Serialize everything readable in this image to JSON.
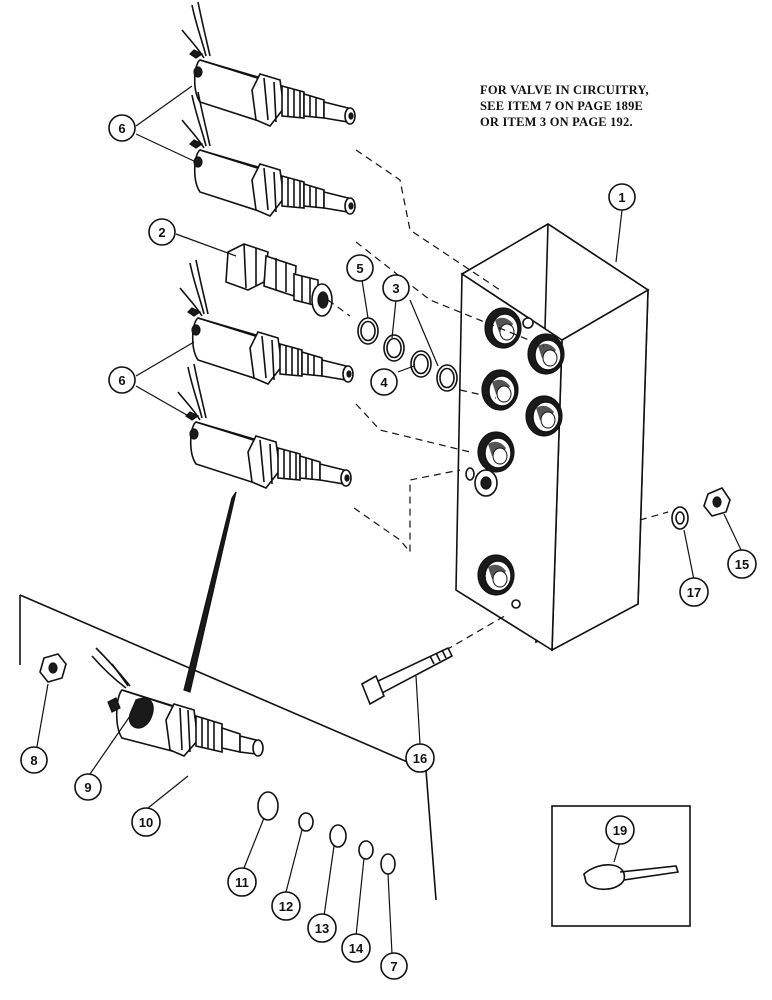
{
  "note": {
    "line1": "FOR VALVE IN CIRCUITRY,",
    "line2": "SEE ITEM 7 ON PAGE 189E",
    "line3": "OR ITEM 3 ON PAGE 192."
  },
  "callouts": {
    "c1": "1",
    "c2": "2",
    "c3": "3",
    "c4": "4",
    "c5": "5",
    "c6a": "6",
    "c6b": "6",
    "c7": "7",
    "c8": "8",
    "c9": "9",
    "c10": "10",
    "c11": "11",
    "c12": "12",
    "c13": "13",
    "c14": "14",
    "c15": "15",
    "c16": "16",
    "c17": "17",
    "c19": "19"
  }
}
